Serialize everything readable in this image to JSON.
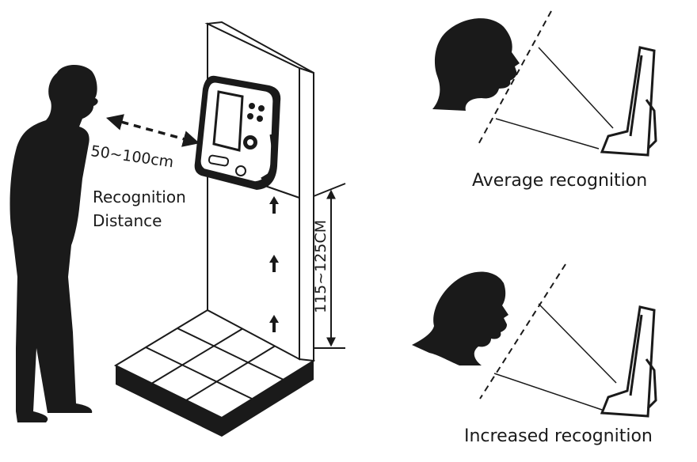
{
  "labels": {
    "distance": "50~100cm",
    "recognition_line1": "Recognition",
    "recognition_line2": "Distance",
    "height": "115~125CM",
    "average": "Average recognition",
    "increased": "Increased recognition"
  },
  "icons": {
    "person": "standing-person-silhouette-icon",
    "terminal": "face-recognition-terminal-icon",
    "head_level": "head-silhouette-icon",
    "head_tilted": "tilted-head-silhouette-icon"
  },
  "colors": {
    "ink": "#1a1a1a",
    "background": "#ffffff"
  }
}
